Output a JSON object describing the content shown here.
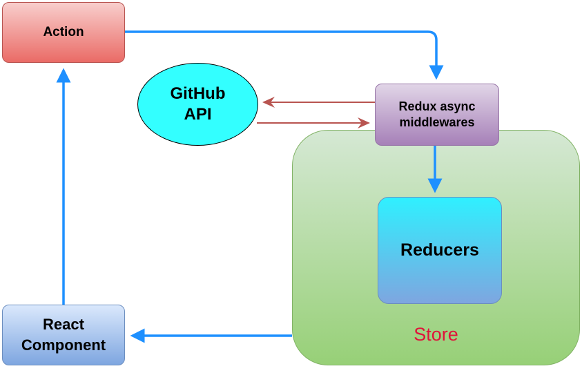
{
  "nodes": {
    "action": "Action",
    "react_component": [
      "React",
      "Component"
    ],
    "store": "Store",
    "reducers": "Reducers",
    "middleware": [
      "Redux async",
      "middlewares"
    ],
    "github_api": [
      "GitHub",
      "API"
    ]
  },
  "edges": [
    {
      "from": "action",
      "to": "middleware"
    },
    {
      "from": "middleware",
      "to": "github_api"
    },
    {
      "from": "github_api",
      "to": "middleware"
    },
    {
      "from": "middleware",
      "to": "reducers"
    },
    {
      "from": "store",
      "to": "react_component"
    },
    {
      "from": "react_component",
      "to": "action"
    }
  ],
  "colors": {
    "flow_arrow": "#1e90ff",
    "api_arrow": "#b85450",
    "store_label": "#e0133a"
  }
}
